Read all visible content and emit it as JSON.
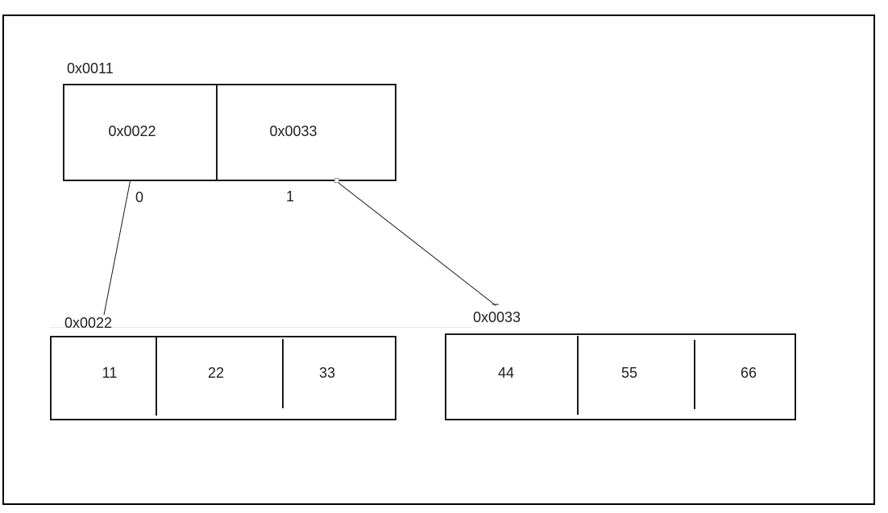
{
  "diagram": {
    "pointer_array": {
      "label": "0x0011",
      "cells": [
        {
          "value": "0x0022",
          "index": "0"
        },
        {
          "value": "0x0033",
          "index": "1"
        }
      ]
    },
    "row_arrays": [
      {
        "label": "0x0022",
        "cells": [
          "11",
          "22",
          "33"
        ]
      },
      {
        "label": "0x0033",
        "cells": [
          "44",
          "55",
          "66"
        ]
      }
    ],
    "colors": {
      "line": "#1a1a1a",
      "text": "#1f1f1f",
      "bg": "#ffffff",
      "anchor": "#9e9e9e",
      "artifact": "#e8e8e8"
    }
  }
}
